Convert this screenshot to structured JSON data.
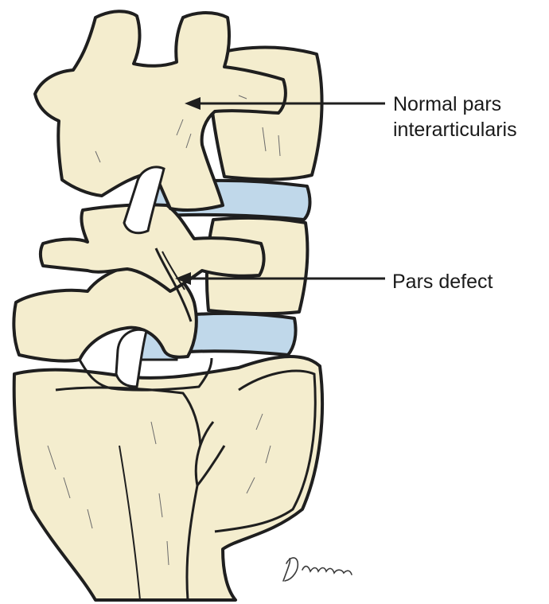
{
  "labels": {
    "normal_pars": {
      "line1": "Normal pars",
      "line2": "interarticularis"
    },
    "pars_defect": "Pars defect"
  },
  "signature": "D.Fenner",
  "colors": {
    "bone": "#f4edce",
    "disc": "#c0d8ea",
    "outline": "#1f1f1f",
    "background": "#ffffff"
  }
}
